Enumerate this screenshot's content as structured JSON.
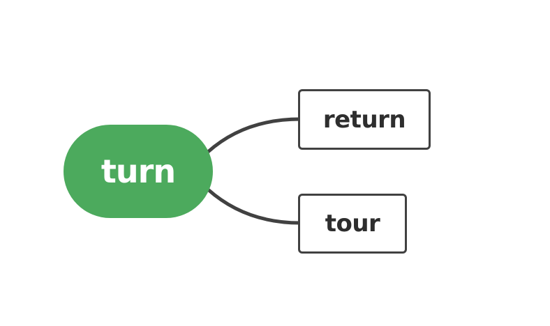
{
  "colors": {
    "root_fill": "#4caa5d",
    "connector": "#414141",
    "child_border": "#414141",
    "child_text": "#2e2e2e",
    "root_text": "#ffffff"
  },
  "root": {
    "label": "turn"
  },
  "children": [
    {
      "label": "return"
    },
    {
      "label": "tour"
    }
  ]
}
